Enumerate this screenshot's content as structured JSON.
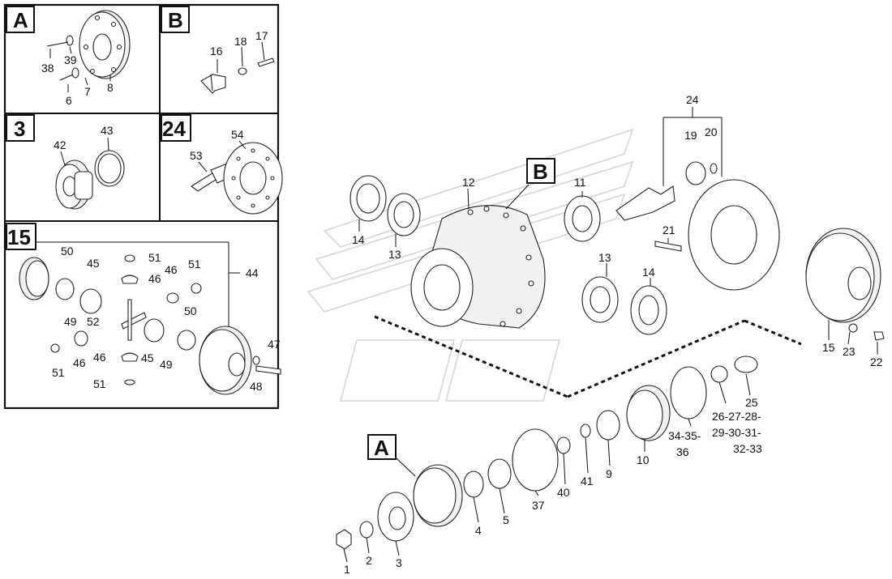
{
  "insets": [
    {
      "id": "A",
      "letter": "A",
      "labels": [
        "38",
        "39",
        "8",
        "6",
        "7"
      ]
    },
    {
      "id": "B",
      "letter": "B",
      "labels": [
        "16",
        "18",
        "17"
      ]
    },
    {
      "id": "3",
      "letter": "3",
      "labels": [
        "42",
        "43"
      ]
    },
    {
      "id": "24",
      "letter": "24",
      "labels": [
        "53",
        "54"
      ]
    },
    {
      "id": "15",
      "letter": "15",
      "labels": [
        "50",
        "45",
        "51",
        "46",
        "46",
        "51",
        "44",
        "49",
        "52",
        "50",
        "47",
        "51",
        "46",
        "45",
        "49",
        "48",
        "46",
        "51"
      ]
    }
  ],
  "main_callouts": {
    "B": "B",
    "A": "A"
  },
  "main_labels": [
    "24",
    "19",
    "20",
    "12",
    "11",
    "14",
    "13",
    "21",
    "13",
    "14",
    "15",
    "23",
    "22",
    "25",
    "26-27-28-",
    "29-30-31-",
    "32-33",
    "34-35-",
    "36",
    "10",
    "9",
    "41",
    "40",
    "37",
    "5",
    "4",
    "3",
    "2",
    "1"
  ]
}
